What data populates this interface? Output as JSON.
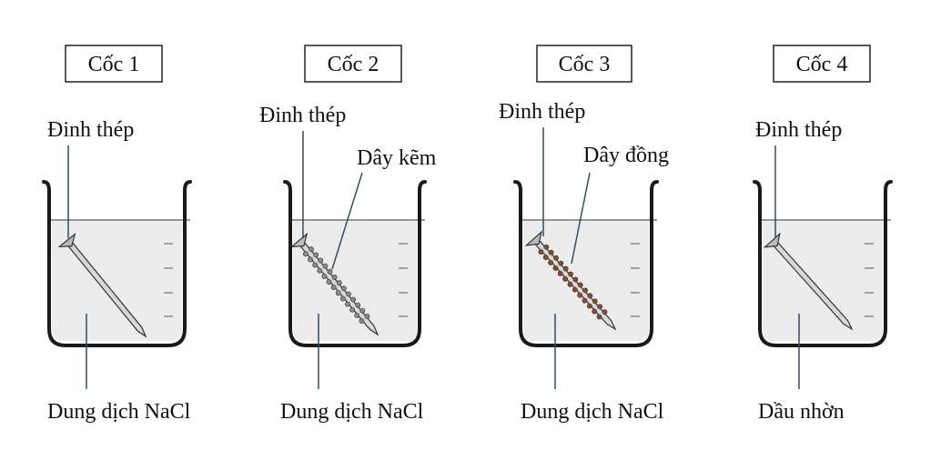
{
  "beakers": [
    {
      "title": "Cốc 1",
      "nail_label": "Đinh thép",
      "wire_label": null,
      "liquid_label": "Dung dịch NaCl",
      "wire_color": null
    },
    {
      "title": "Cốc 2",
      "nail_label": "Đinh thép",
      "wire_label": "Dây kẽm",
      "liquid_label": "Dung dịch NaCl",
      "wire_color": "#8a8a8a"
    },
    {
      "title": "Cốc 3",
      "nail_label": "Đinh thép",
      "wire_label": "Dây đồng",
      "liquid_label": "Dung dịch NaCl",
      "wire_color": "#8b4a2b"
    },
    {
      "title": "Cốc 4",
      "nail_label": "Đinh thép",
      "wire_label": null,
      "liquid_label": "Dầu nhờn",
      "wire_color": null
    }
  ],
  "colors": {
    "liquid": "#ececec",
    "outline": "#1a1a1a",
    "leader": "#2f4f5f"
  }
}
